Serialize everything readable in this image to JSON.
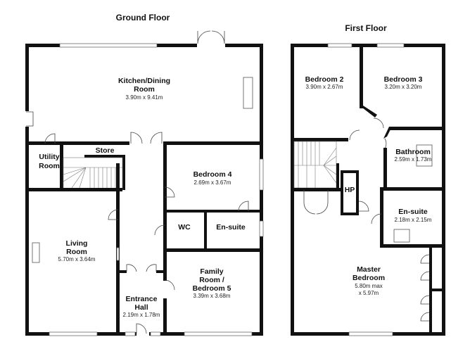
{
  "ground_floor": {
    "title": "Ground Floor",
    "rooms": {
      "kitchen": {
        "name_line1": "Kitchen/Dining",
        "name_line2": "Room",
        "dims": "3.90m x 9.41m"
      },
      "utility": {
        "name_line1": "Utility",
        "name_line2": "Room"
      },
      "store": {
        "name": "Store"
      },
      "bedroom4": {
        "name": "Bedroom 4",
        "dims": "2.69m x 3.67m"
      },
      "wc": {
        "name": "WC"
      },
      "ensuite": {
        "name": "En-suite"
      },
      "living": {
        "name_line1": "Living",
        "name_line2": "Room",
        "dims": "5.70m x 3.64m"
      },
      "entrance": {
        "name_line1": "Entrance",
        "name_line2": "Hall",
        "dims": "2.19m x 1.78m"
      },
      "family": {
        "name_line1": "Family",
        "name_line2": "Room /",
        "name_line3": "Bedroom 5",
        "dims": "3.39m x 3.68m"
      }
    }
  },
  "first_floor": {
    "title": "First Floor",
    "rooms": {
      "bedroom2": {
        "name": "Bedroom 2",
        "dims": "3.90m x 2.67m"
      },
      "bedroom3": {
        "name": "Bedroom 3",
        "dims": "3.20m x 3.20m"
      },
      "bathroom": {
        "name": "Bathroom",
        "dims": "2.59m x 1.73m"
      },
      "hp": {
        "name": "HP"
      },
      "ensuite": {
        "name": "En-suite",
        "dims": "2.18m x 2.15m"
      },
      "master": {
        "name_line1": "Master",
        "name_line2": "Bedroom",
        "dims_line1": "5.80m max",
        "dims_line2": "x 5.97m"
      }
    }
  }
}
